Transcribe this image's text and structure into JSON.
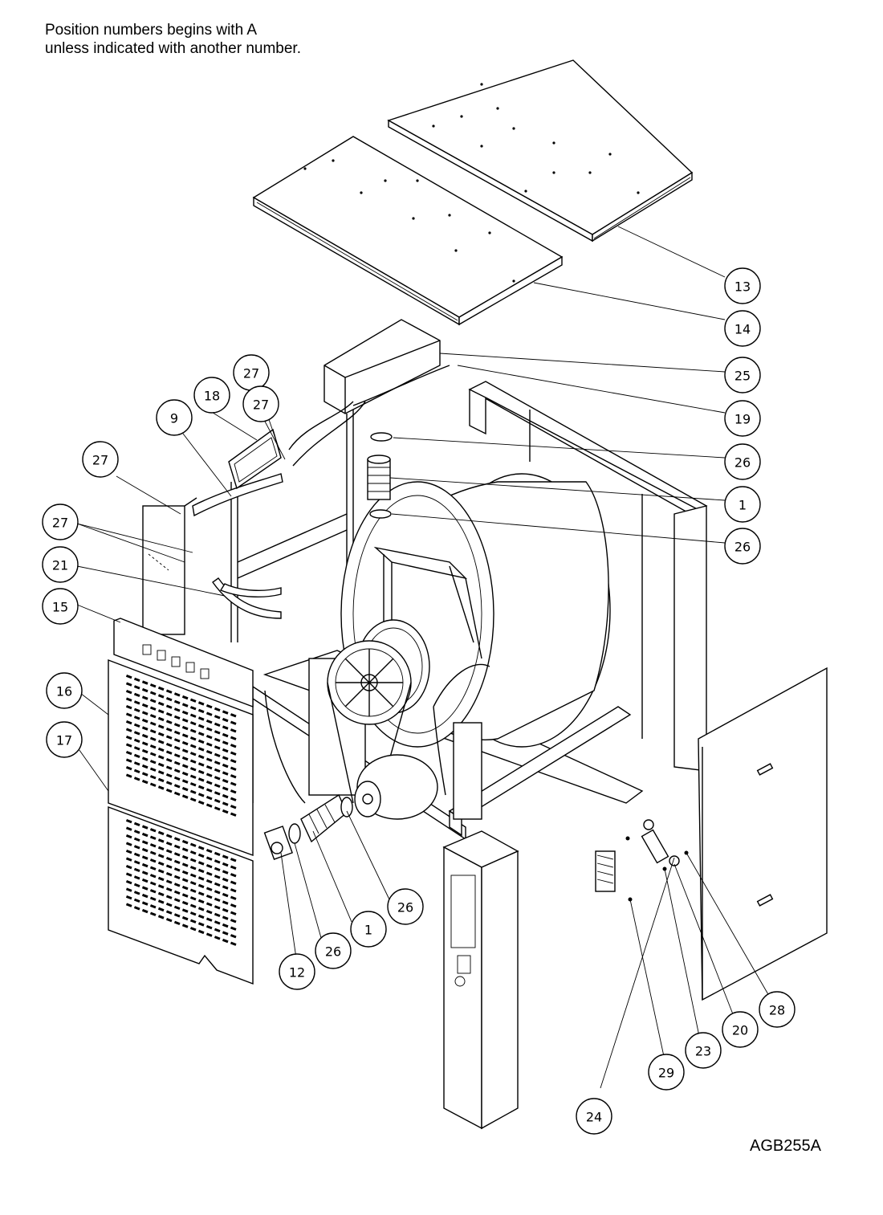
{
  "header": {
    "note_line1": "Position numbers begins with A",
    "note_line2": "unless indicated with another number."
  },
  "drawing_code": "AGB255A",
  "balloons": [
    {
      "id": "b13a",
      "label": "13"
    },
    {
      "id": "b14",
      "label": "14"
    },
    {
      "id": "b25",
      "label": "25"
    },
    {
      "id": "b19",
      "label": "19"
    },
    {
      "id": "b26a",
      "label": "26"
    },
    {
      "id": "b1a",
      "label": "1"
    },
    {
      "id": "b26b",
      "label": "26"
    },
    {
      "id": "b27a",
      "label": "27"
    },
    {
      "id": "b18",
      "label": "18"
    },
    {
      "id": "b27b",
      "label": "27"
    },
    {
      "id": "b9",
      "label": "9"
    },
    {
      "id": "b27c",
      "label": "27"
    },
    {
      "id": "b27d",
      "label": "27"
    },
    {
      "id": "b21",
      "label": "21"
    },
    {
      "id": "b15",
      "label": "15"
    },
    {
      "id": "b16",
      "label": "16"
    },
    {
      "id": "b17",
      "label": "17"
    },
    {
      "id": "b26c",
      "label": "26"
    },
    {
      "id": "b1b",
      "label": "1"
    },
    {
      "id": "b26d",
      "label": "26"
    },
    {
      "id": "b12",
      "label": "12"
    },
    {
      "id": "b28",
      "label": "28"
    },
    {
      "id": "b20",
      "label": "20"
    },
    {
      "id": "b23",
      "label": "23"
    },
    {
      "id": "b29",
      "label": "29"
    },
    {
      "id": "b24",
      "label": "24"
    }
  ]
}
